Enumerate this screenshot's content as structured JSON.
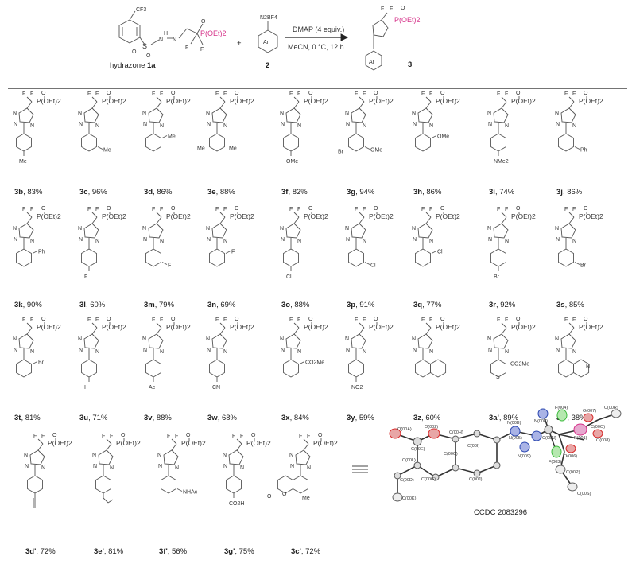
{
  "reaction": {
    "reagent1": {
      "substituent": "CF3",
      "caption_prefix": "hydrazone",
      "caption_id": "1a",
      "labels": [
        "S",
        "O",
        "O",
        "N",
        "H",
        "N",
        "O",
        "P(OEt)2",
        "F",
        "F"
      ]
    },
    "plus": "+",
    "reagent2": {
      "top": "N2BF4",
      "ring": "Ar",
      "id": "2"
    },
    "conditions_above": "DMAP (4 equiv.)",
    "conditions_below": "MeCN, 0 °C, 12 h",
    "product": {
      "label": "P(OEt)2",
      "ring": "Ar",
      "id": "3"
    }
  },
  "common_labels": {
    "F": "F",
    "O": "O",
    "N": "N",
    "P": "P(OEt)2"
  },
  "products": [
    {
      "id": "3b",
      "yield": "83%",
      "sub": "Me",
      "pos": "para"
    },
    {
      "id": "3c",
      "yield": "96%",
      "sub": "Me",
      "pos": "meta"
    },
    {
      "id": "3d",
      "yield": "86%",
      "sub": "Me",
      "pos": "ortho"
    },
    {
      "id": "3e",
      "yield": "88%",
      "sub": "Me",
      "pos": "dimeta",
      "sub2": "Me"
    },
    {
      "id": "3f",
      "yield": "82%",
      "sub": "OMe",
      "pos": "para"
    },
    {
      "id": "3g",
      "yield": "94%",
      "sub": "OMe",
      "pos": "meta",
      "sub2": "Br"
    },
    {
      "id": "3h",
      "yield": "86%",
      "sub": "OMe",
      "pos": "ortho"
    },
    {
      "id": "3i",
      "yield": "74%",
      "sub": "NMe2",
      "pos": "para"
    },
    {
      "id": "3j",
      "yield": "86%",
      "sub": "Ph",
      "pos": "meta"
    },
    {
      "id": "3k",
      "yield": "90%",
      "sub": "Ph",
      "pos": "ortho"
    },
    {
      "id": "3l",
      "yield": "60%",
      "sub": "F",
      "pos": "para"
    },
    {
      "id": "3m",
      "yield": "79%",
      "sub": "F",
      "pos": "meta"
    },
    {
      "id": "3n",
      "yield": "69%",
      "sub": "F",
      "pos": "ortho"
    },
    {
      "id": "3o",
      "yield": "88%",
      "sub": "Cl",
      "pos": "para"
    },
    {
      "id": "3p",
      "yield": "91%",
      "sub": "Cl",
      "pos": "meta"
    },
    {
      "id": "3q",
      "yield": "77%",
      "sub": "Cl",
      "pos": "ortho"
    },
    {
      "id": "3r",
      "yield": "92%",
      "sub": "Br",
      "pos": "para"
    },
    {
      "id": "3s",
      "yield": "85%",
      "sub": "Br",
      "pos": "meta"
    },
    {
      "id": "3t",
      "yield": "81%",
      "sub": "Br",
      "pos": "ortho"
    },
    {
      "id": "3u",
      "yield": "71%",
      "sub": "I",
      "pos": "para"
    },
    {
      "id": "3v",
      "yield": "88%",
      "sub": "Ac",
      "pos": "para"
    },
    {
      "id": "3w",
      "yield": "68%",
      "sub": "CN",
      "pos": "para"
    },
    {
      "id": "3x",
      "yield": "84%",
      "sub": "CO2Me",
      "pos": "ortho"
    },
    {
      "id": "3y",
      "yield": "59%",
      "sub": "NO2",
      "pos": "para"
    },
    {
      "id": "3z",
      "yield": "60%",
      "sub": "",
      "pos": "naphthyl"
    },
    {
      "id": "3a'",
      "yield": "89%",
      "sub": "CO2Me",
      "pos": "thiophene",
      "ring_atom": "S"
    },
    {
      "id": "3b'",
      "yield": "38%",
      "sub": "",
      "pos": "quinoline",
      "ring_atom": "N"
    },
    {
      "id": "3d'",
      "yield": "72%",
      "sub": "",
      "pos": "para-alkyne"
    },
    {
      "id": "3e'",
      "yield": "81%",
      "sub": "",
      "pos": "para-vinyl"
    },
    {
      "id": "3f'",
      "yield": "56%",
      "sub": "NHAc",
      "pos": "meta"
    },
    {
      "id": "3g'",
      "yield": "75%",
      "sub": "CO2H",
      "pos": "para"
    },
    {
      "id": "3c'",
      "yield": "72%",
      "sub": "Me",
      "pos": "coumarin",
      "ring_atoms": [
        "O",
        "O"
      ]
    }
  ],
  "crystal": {
    "caption": "CCDC 2083296",
    "atom_labels": [
      "O(00A)",
      "O(002)",
      "C(00H)",
      "C(00E)",
      "C(00L)",
      "C(00D)",
      "C(00K)",
      "C(00G)",
      "C(00C)",
      "C(00I)",
      "C(00J)",
      "N(00B)",
      "N(005)",
      "N(00F)",
      "N(009)",
      "C(00N)",
      "F(004)",
      "F(003)",
      "P(001)",
      "O(007)",
      "O(008)",
      "O(006)",
      "C(00R)",
      "C(00P)",
      "C(00S)",
      "C(00O)"
    ]
  },
  "colors": {
    "phosphorus": "#d6338a",
    "nitrogen": "#2b47b0",
    "fluorine": "#3dbb3d",
    "oxygen": "#d62a2a"
  }
}
